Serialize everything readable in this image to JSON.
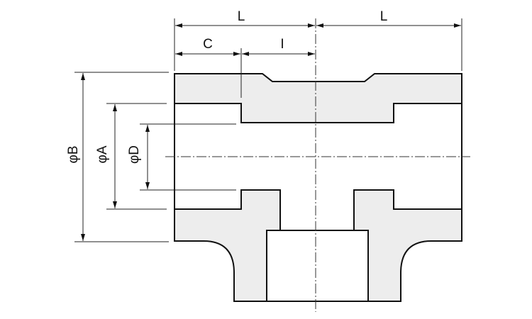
{
  "title": "Tee fitting cross-section",
  "dimensions": {
    "L_left": "L",
    "L_right": "L",
    "C": "C",
    "I": "I",
    "phiB": "φB",
    "phiA": "φA",
    "phiD": "φD"
  },
  "colors": {
    "section_fill": "#ededed",
    "line": "#111111"
  }
}
